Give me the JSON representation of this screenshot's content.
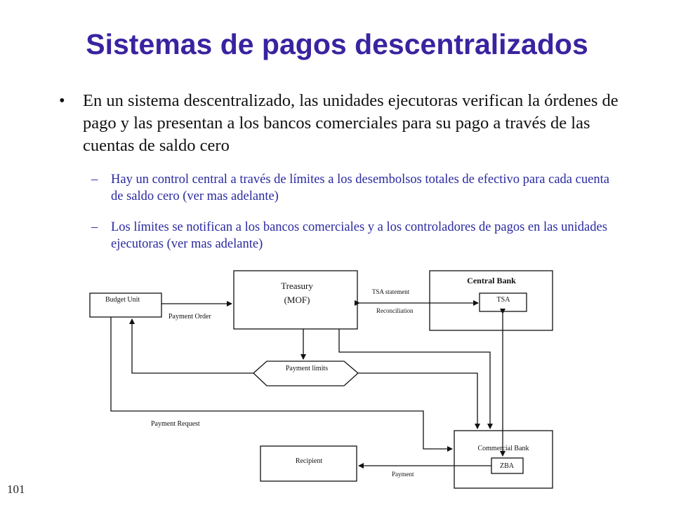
{
  "title": "Sistemas de pagos descentralizados",
  "bullet": {
    "marker": "•",
    "text": "En un sistema descentralizado, las unidades ejecutoras verifican la órdenes de pago y las presentan a los bancos comerciales para su pago a través de las cuentas de saldo cero"
  },
  "sub_bullets": [
    {
      "marker": "–",
      "text": "Hay un control central a través de límites a los desembolsos totales de efectivo para cada cuenta de saldo cero (ver mas adelante)"
    },
    {
      "marker": "–",
      "text": "Los límites se notifican a los bancos comerciales y a los controladores de pagos en las unidades ejecutoras (ver mas adelante)"
    }
  ],
  "diagram": {
    "nodes": {
      "budget_unit": "Budget Unit",
      "treasury_line1": "Treasury",
      "treasury_line2": "(MOF)",
      "central_bank": "Central Bank",
      "tsa": "TSA",
      "payment_limits": "Payment limits",
      "recipient": "Recipient",
      "commercial_bank": "Commercial Bank",
      "zba": "ZBA"
    },
    "edge_labels": {
      "payment_order": "Payment Order",
      "tsa_statement": "TSA statement",
      "reconciliation": "Reconciliation",
      "payment_request": "Payment Request",
      "payment": "Payment"
    }
  },
  "slide_number": "101"
}
